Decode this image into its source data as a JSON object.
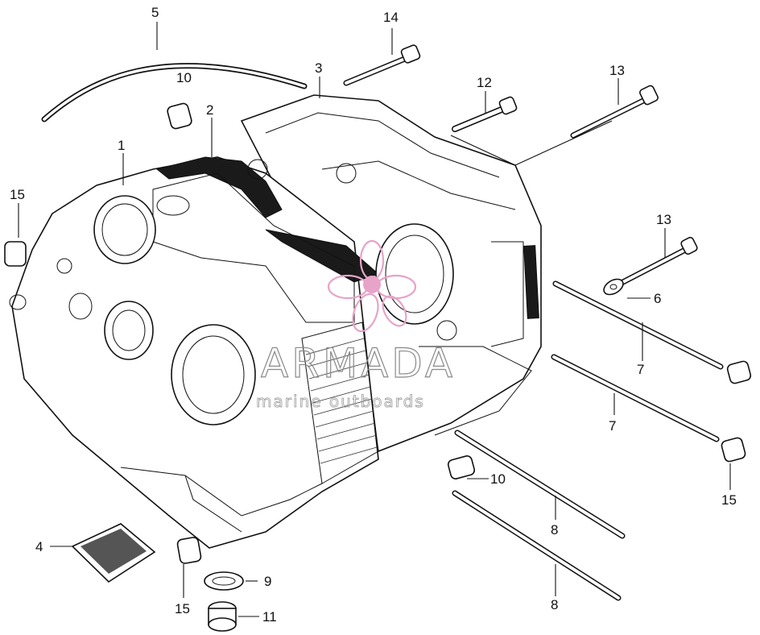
{
  "callouts": [
    {
      "id": "c5",
      "text": "5"
    },
    {
      "id": "c14",
      "text": "14"
    },
    {
      "id": "c3",
      "text": "3"
    },
    {
      "id": "c10a",
      "text": "10"
    },
    {
      "id": "c12",
      "text": "12"
    },
    {
      "id": "c13a",
      "text": "13"
    },
    {
      "id": "c2",
      "text": "2"
    },
    {
      "id": "c1",
      "text": "1"
    },
    {
      "id": "c15a",
      "text": "15"
    },
    {
      "id": "c13b",
      "text": "13"
    },
    {
      "id": "c6",
      "text": "6"
    },
    {
      "id": "c7a",
      "text": "7"
    },
    {
      "id": "c7b",
      "text": "7"
    },
    {
      "id": "c10b",
      "text": "10"
    },
    {
      "id": "c15b",
      "text": "15"
    },
    {
      "id": "c8a",
      "text": "8"
    },
    {
      "id": "c4",
      "text": "4"
    },
    {
      "id": "c9",
      "text": "9"
    },
    {
      "id": "c8b",
      "text": "8"
    },
    {
      "id": "c15c",
      "text": "15"
    },
    {
      "id": "c11",
      "text": "11"
    }
  ],
  "watermark": {
    "brand": "ARMADA",
    "tagline": "marine outboards",
    "logo_icon": "flower-logo-icon",
    "logo_color": "#e8a3c8"
  }
}
